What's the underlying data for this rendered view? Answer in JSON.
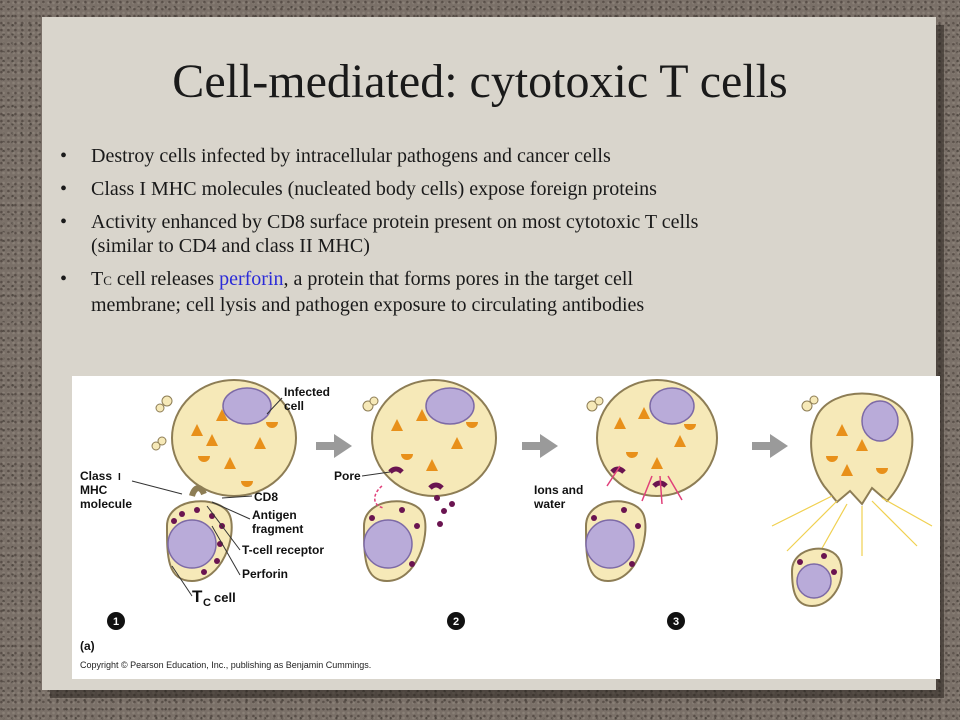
{
  "slide": {
    "title": "Cell-mediated:  cytotoxic T cells",
    "bullets": [
      {
        "text": "Destroy cells infected by intracellular pathogens and cancer cells"
      },
      {
        "text": "Class I MHC molecules (nucleated body cells) expose foreign proteins"
      },
      {
        "text_line1": "Activity enhanced by CD8 surface protein present on most cytotoxic T cells",
        "text_line2": "(similar to CD4 and class II MHC)"
      },
      {
        "prefix": "T",
        "subscript": "C",
        "text_a": " cell releases ",
        "highlight": "perforin",
        "text_b": ", a protein that forms pores in the target cell",
        "text_line2": "membrane; cell lysis and pathogen exposure to circulating antibodies"
      }
    ],
    "bullet_symbol": "•",
    "highlight_color": "#2b2bd8"
  },
  "figure": {
    "labels": {
      "infected_cell_1": "Infected",
      "infected_cell_2": "cell",
      "class_mhc_1": "Class",
      "class_mhc_roman": "I",
      "class_mhc_2": "MHC",
      "class_mhc_3": "molecule",
      "cd8": "CD8",
      "antigen_1": "Antigen",
      "antigen_2": "fragment",
      "tcell_receptor": "T-cell receptor",
      "perforin": "Perforin",
      "tc_cell_T": "T",
      "tc_cell_sub": "C",
      "tc_cell_word": "cell",
      "pore": "Pore",
      "ions_1": "Ions and",
      "ions_2": "water",
      "panel_a": "(a)"
    },
    "steps": [
      "1",
      "2",
      "3"
    ],
    "copyright": "Copyright © Pearson Education, Inc., publishing as Benjamin Cummings."
  }
}
